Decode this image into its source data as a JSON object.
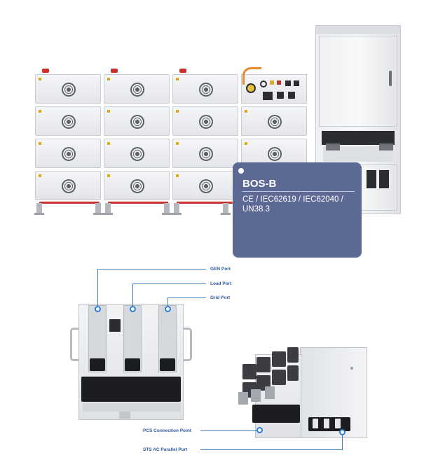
{
  "bos_card": {
    "title": "BOS-B",
    "certifications": "CE / IEC62619 / IEC62040 / UN38.3"
  },
  "callouts": {
    "gen_port": "GEN Port",
    "load_port": "Load Port",
    "grid_port": "Grid Port",
    "pcs_connection_point": "PCS Connection Point",
    "sts_ac_parallel_port": "STS AC Parallel Port"
  },
  "colors": {
    "card_bg": "#5d6995",
    "callout_blue": "#2c5aa0",
    "cable_red": "#c9302c",
    "cable_orange": "#e8892c"
  }
}
